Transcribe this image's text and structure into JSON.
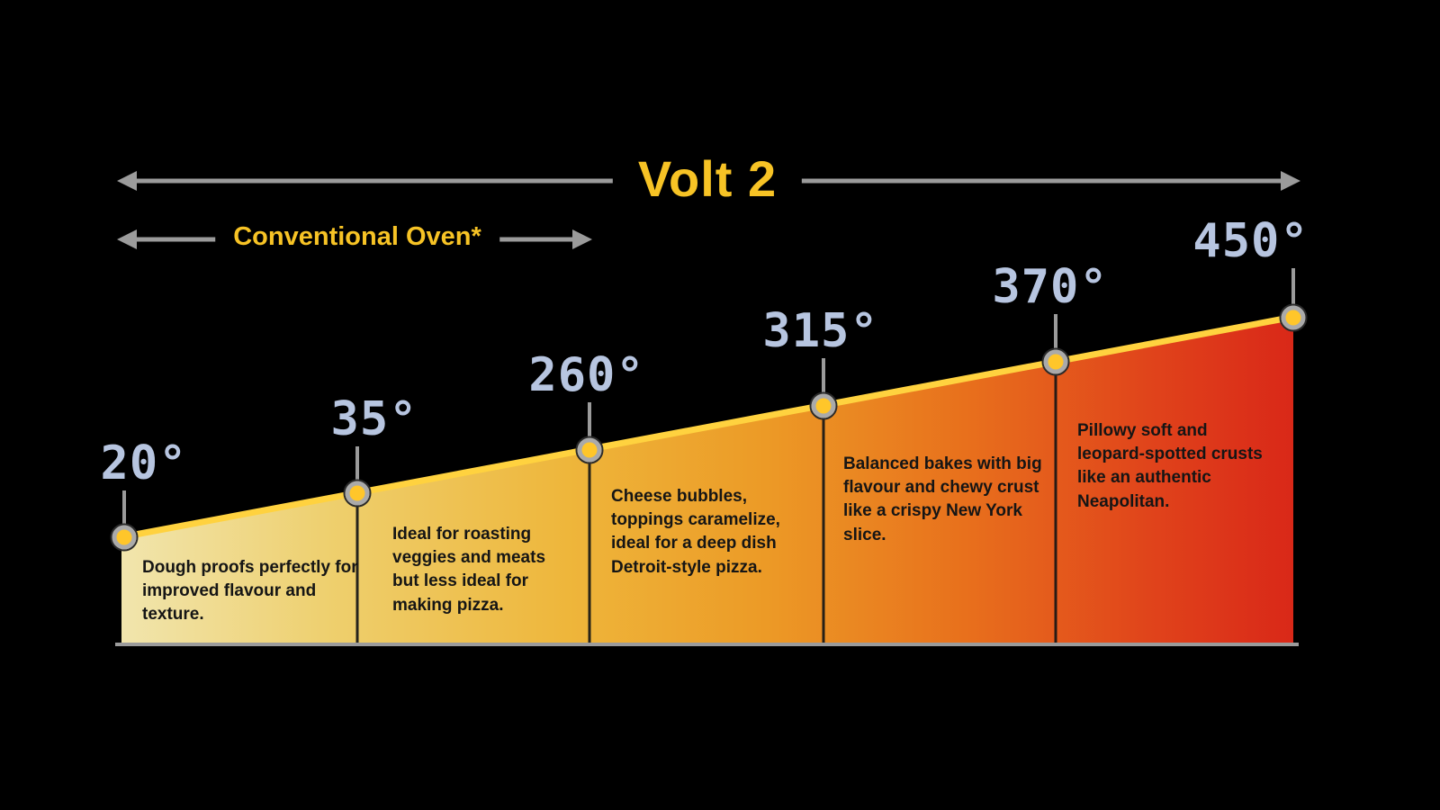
{
  "header": {
    "volt_label": "Volt 2",
    "conventional_label": "Conventional Oven*"
  },
  "colors": {
    "background": "#000000",
    "accent_yellow": "#f7c325",
    "temp_label_blue": "#b7c5e0",
    "arrow_gray": "#9b9b9b",
    "wedge_edge_highlight": "#ffd23f",
    "dot_fill": "#ffc62a",
    "body_text": "#151515",
    "wedge_gradient": [
      "#f1e5ad",
      "#eecf6d",
      "#eeb63b",
      "#ec9a26",
      "#e8701c",
      "#e0431b",
      "#d92818"
    ]
  },
  "chart_data": {
    "type": "area",
    "title": "Volt 2",
    "x": [
      20,
      35,
      260,
      315,
      370,
      450
    ],
    "tick_labels": [
      "20°",
      "35°",
      "260°",
      "315°",
      "370°",
      "450°"
    ],
    "annotations": [
      {
        "label": "Volt 2",
        "covers_ticks": [
          "20°",
          "450°"
        ]
      },
      {
        "label": "Conventional Oven*",
        "covers_ticks": [
          "20°",
          "260°"
        ]
      }
    ],
    "legend": "none",
    "segments": [
      {
        "range": "20°–35°",
        "description": "Dough proofs perfectly for improved flavour and texture."
      },
      {
        "range": "35°–260°",
        "description": "Ideal for roasting veggies and meats but less ideal for making pizza."
      },
      {
        "range": "260°–315°",
        "description": "Cheese bubbles, toppings caramelize, ideal for a deep dish Detroit-style pizza."
      },
      {
        "range": "315°–370°",
        "description": "Balanced bakes with big flavour and chewy crust like a crispy New York slice."
      },
      {
        "range": "370°–450°",
        "description": "Pillowy soft and leopard-spotted crusts like an authentic Neapolitan."
      }
    ]
  }
}
